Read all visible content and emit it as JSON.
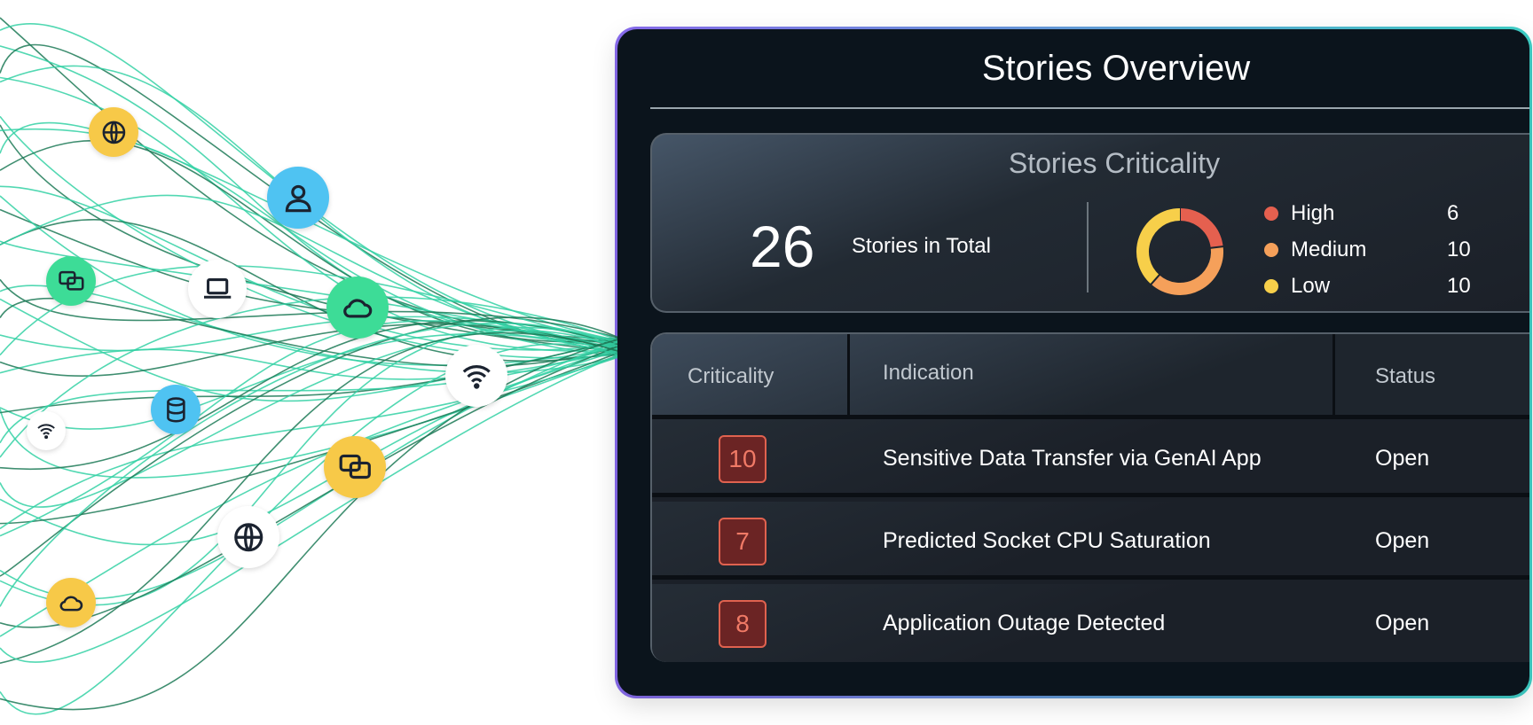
{
  "colors": {
    "high": "#e5604f",
    "medium": "#f5a05a",
    "low": "#f7cf4a",
    "yellow": "#f7c948",
    "blue": "#4fc3f2",
    "green": "#3ddc97",
    "white": "#ffffff"
  },
  "nodes": [
    {
      "icon": "globe",
      "color": "yellow"
    },
    {
      "icon": "user",
      "color": "blue"
    },
    {
      "icon": "chat",
      "color": "green"
    },
    {
      "icon": "laptop",
      "color": "white"
    },
    {
      "icon": "cloud",
      "color": "green"
    },
    {
      "icon": "wifi",
      "color": "white"
    },
    {
      "icon": "database",
      "color": "blue"
    },
    {
      "icon": "wifi",
      "color": "white"
    },
    {
      "icon": "chat",
      "color": "yellow"
    },
    {
      "icon": "globe",
      "color": "white"
    },
    {
      "icon": "cloud",
      "color": "yellow"
    }
  ],
  "panel": {
    "title": "Stories Overview"
  },
  "criticality": {
    "title": "Stories Criticality",
    "total": "26",
    "total_label": "Stories in Total",
    "legend": [
      {
        "label": "High",
        "value": "6"
      },
      {
        "label": "Medium",
        "value": "10"
      },
      {
        "label": "Low",
        "value": "10"
      }
    ],
    "chart_data": {
      "type": "pie",
      "categories": [
        "High",
        "Medium",
        "Low"
      ],
      "values": [
        6,
        10,
        10
      ]
    }
  },
  "table": {
    "headers": [
      "Criticality",
      "Indication",
      "Status"
    ],
    "rows": [
      {
        "criticality": "10",
        "indication": "Sensitive Data Transfer via GenAI App",
        "status": "Open"
      },
      {
        "criticality": "7",
        "indication": "Predicted Socket CPU Saturation",
        "status": "Open"
      },
      {
        "criticality": "8",
        "indication": "Application Outage Detected",
        "status": "Open"
      }
    ]
  }
}
